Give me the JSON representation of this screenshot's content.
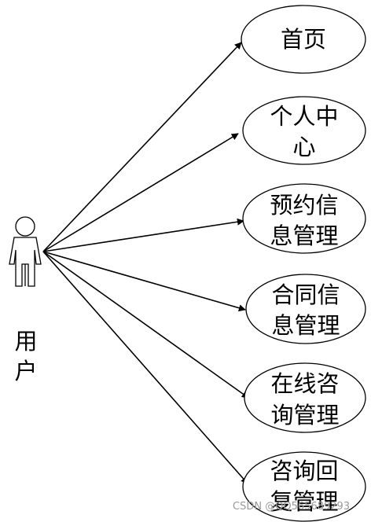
{
  "actor": {
    "label_lines": [
      "用",
      "户"
    ]
  },
  "use_cases": [
    {
      "lines": [
        "首页"
      ]
    },
    {
      "lines": [
        "个人中",
        "心"
      ]
    },
    {
      "lines": [
        "预约信",
        "息管理"
      ]
    },
    {
      "lines": [
        "合同信",
        "息管理"
      ]
    },
    {
      "lines": [
        "在线咨",
        "询管理"
      ]
    },
    {
      "lines": [
        "咨询回",
        "复管理"
      ]
    }
  ],
  "watermark": "CSDN @QQ565689293",
  "colors": {
    "line": "#000000",
    "background": "#ffffff"
  }
}
